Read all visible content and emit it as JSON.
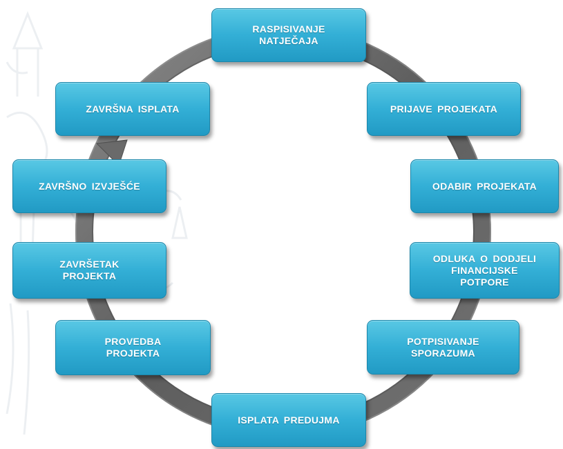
{
  "diagram": {
    "type": "process-cycle",
    "ring_color": "#6f6f6f",
    "box_color": "#33afd6",
    "text_color": "#ffffff",
    "steps": [
      {
        "id": "raspisivanje-natjecaja",
        "label": "RASPISIVANJE\nNATJEČAJA"
      },
      {
        "id": "prijave-projekata",
        "label": "PRIJAVE PROJEKATA"
      },
      {
        "id": "odabir-projekata",
        "label": "ODABIR PROJEKATA"
      },
      {
        "id": "odluka-o-dodjeli",
        "label": "ODLUKA O DODJELI\nFINANCIJSKE\nPOTPORE"
      },
      {
        "id": "potpisivanje-sporazuma",
        "label": "POTPISIVANJE\nSPORAZUMA"
      },
      {
        "id": "isplata-predujma",
        "label": "ISPLATA PREDUJMA"
      },
      {
        "id": "provedba-projekta",
        "label": "PROVEDBA\nPROJEKTA"
      },
      {
        "id": "zavrsetak-projekta",
        "label": "ZAVRŠETAK\nPROJEKTA"
      },
      {
        "id": "zavrsno-izvjesce",
        "label": "ZAVRŠNO IZVJEŠĆE"
      },
      {
        "id": "zavrsna-isplata",
        "label": "ZAVRŠNA ISPLATA"
      }
    ]
  }
}
